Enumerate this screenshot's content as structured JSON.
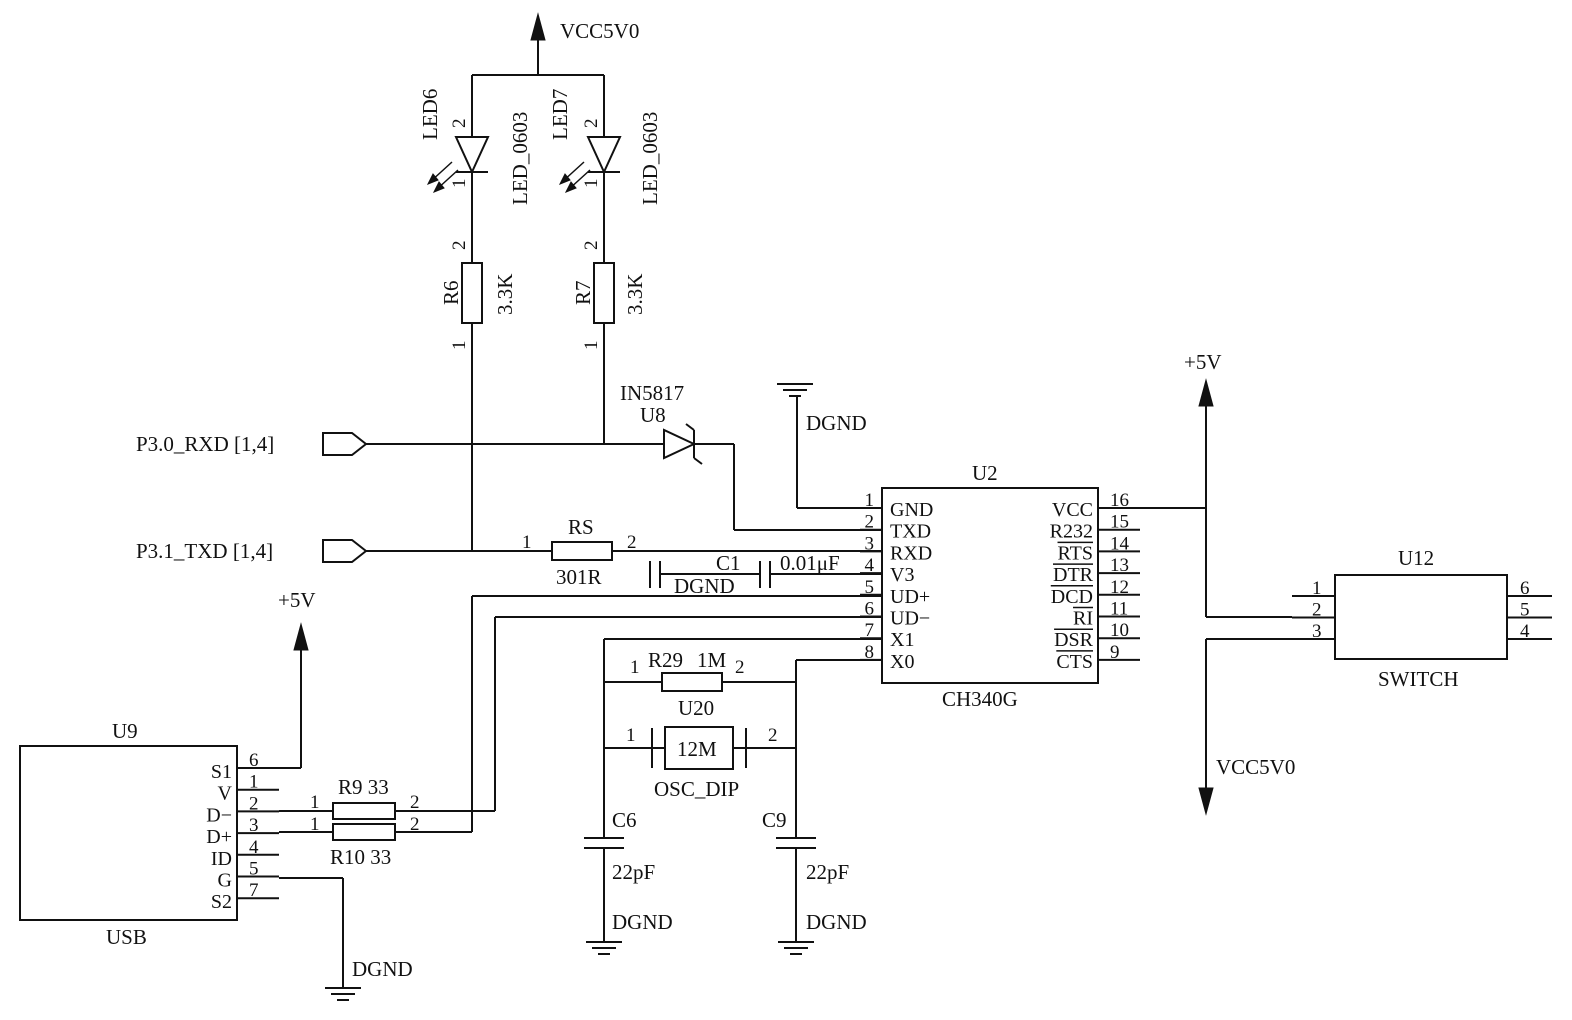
{
  "power": {
    "vcc_top": "VCC5V0",
    "vcc_bottom": "VCC5V0",
    "p5v_usb": "+5V",
    "p5v_right": "+5V",
    "dgnd_u2": "DGND",
    "dgnd_c1": "DGND",
    "dgnd_c6": "DGND",
    "dgnd_c9": "DGND",
    "dgnd_usb": "DGND"
  },
  "nets": {
    "rxd": "P3.0_RXD  [1,4]",
    "txd": "P3.1_TXD  [1,4]"
  },
  "led6": {
    "ref": "LED6",
    "value": "LED_0603",
    "pin_a": "2",
    "pin_k": "1"
  },
  "led7": {
    "ref": "LED7",
    "value": "LED_0603",
    "pin_a": "2",
    "pin_k": "1"
  },
  "r6": {
    "ref": "R6",
    "value": "3.3K",
    "pin_top": "2",
    "pin_bottom": "1"
  },
  "r7": {
    "ref": "R7",
    "value": "3.3K",
    "pin_top": "2",
    "pin_bottom": "1"
  },
  "u8": {
    "value": "IN5817",
    "ref": "U8"
  },
  "rs": {
    "ref": "RS",
    "value": "301R",
    "pin1": "1",
    "pin2": "2"
  },
  "c1": {
    "ref": "C1",
    "value": "0.01μF"
  },
  "r29": {
    "ref": "R29",
    "value": "1M",
    "pin1": "1",
    "pin2": "2"
  },
  "u20": {
    "ref": "U20",
    "value": "12M",
    "footprint": "OSC_DIP",
    "pin1": "1",
    "pin2": "2"
  },
  "c6": {
    "ref": "C6",
    "value": "22pF"
  },
  "c9": {
    "ref": "C9",
    "value": "22pF"
  },
  "r9": {
    "ref": "R9 33",
    "pin1": "1",
    "pin2": "2"
  },
  "r10": {
    "ref": "R10 33",
    "pin1": "1",
    "pin2": "2"
  },
  "u2": {
    "ref": "U2",
    "value": "CH340G",
    "left_pins": [
      {
        "num": "1",
        "name": "GND"
      },
      {
        "num": "2",
        "name": "TXD"
      },
      {
        "num": "3",
        "name": "RXD"
      },
      {
        "num": "4",
        "name": "V3"
      },
      {
        "num": "5",
        "name": "UD+"
      },
      {
        "num": "6",
        "name": "UD−"
      },
      {
        "num": "7",
        "name": "X1"
      },
      {
        "num": "8",
        "name": "X0"
      }
    ],
    "right_pins": [
      {
        "num": "16",
        "name": "VCC",
        "bar": false
      },
      {
        "num": "15",
        "name": "R232",
        "bar": false
      },
      {
        "num": "14",
        "name": "RTS",
        "bar": true
      },
      {
        "num": "13",
        "name": "DTR",
        "bar": true
      },
      {
        "num": "12",
        "name": "DCD",
        "bar": true
      },
      {
        "num": "11",
        "name": "RI",
        "bar": true
      },
      {
        "num": "10",
        "name": "DSR",
        "bar": true
      },
      {
        "num": "9",
        "name": "CTS",
        "bar": true
      }
    ]
  },
  "u9": {
    "ref": "U9",
    "value": "USB",
    "pins": [
      {
        "num": "6",
        "name": "S1"
      },
      {
        "num": "1",
        "name": "V"
      },
      {
        "num": "2",
        "name": "D−"
      },
      {
        "num": "3",
        "name": "D+"
      },
      {
        "num": "4",
        "name": "ID"
      },
      {
        "num": "5",
        "name": "G"
      },
      {
        "num": "7",
        "name": "S2"
      }
    ]
  },
  "u12": {
    "ref": "U12",
    "value": "SWITCH",
    "left_pins": [
      "1",
      "2",
      "3"
    ],
    "right_pins": [
      "6",
      "5",
      "4"
    ]
  }
}
